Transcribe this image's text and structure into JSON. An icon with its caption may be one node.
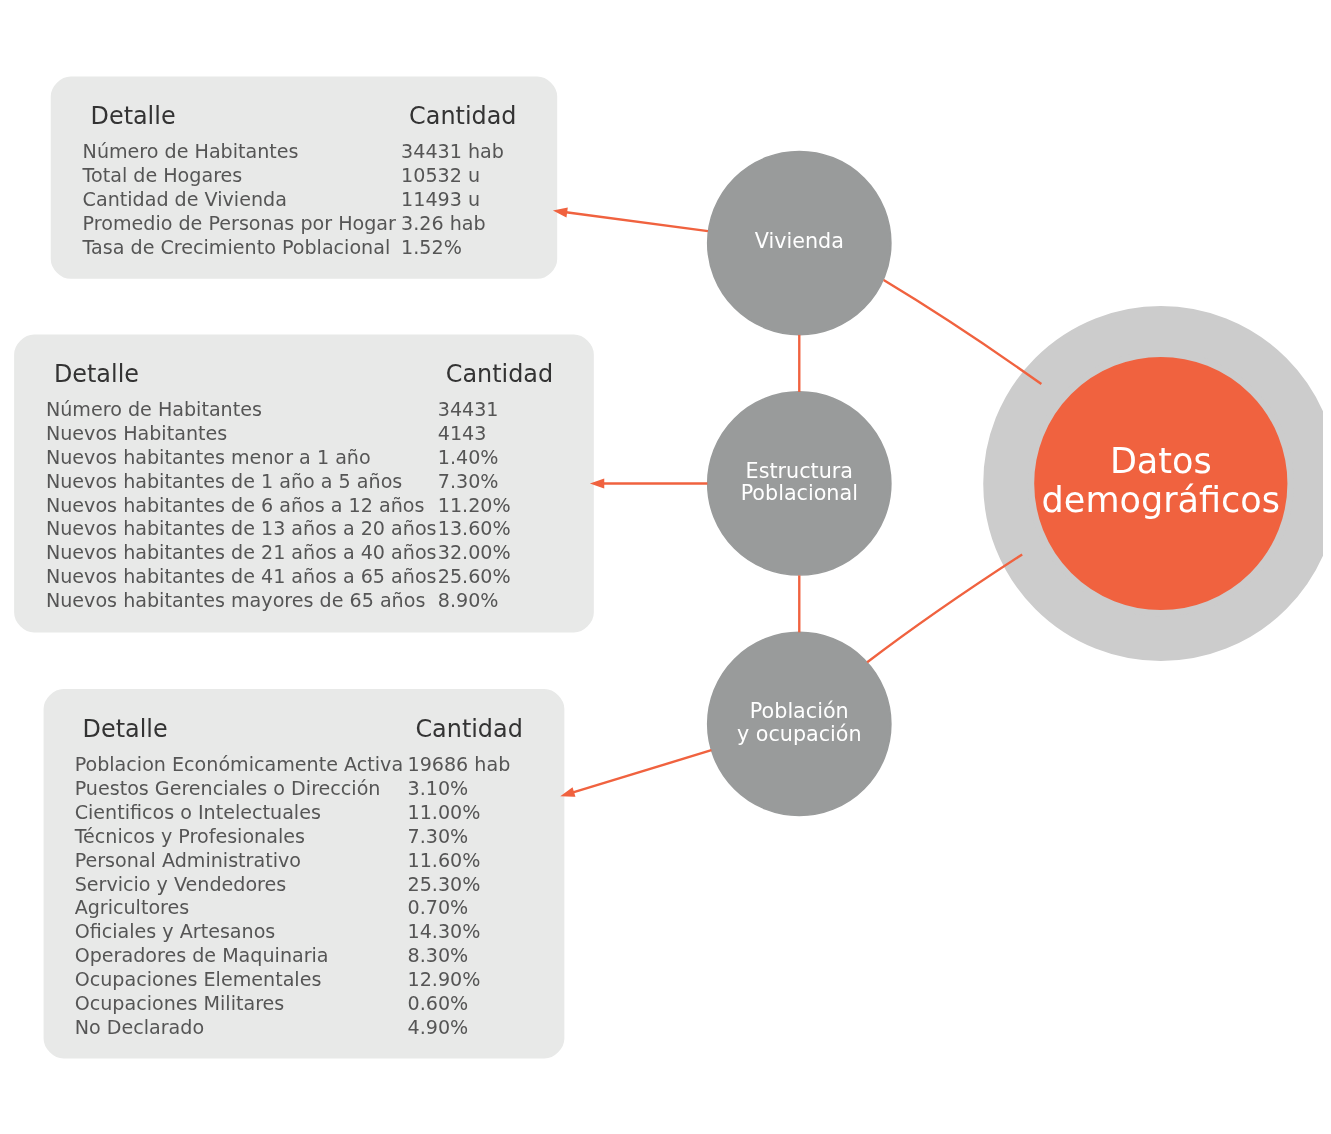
{
  "diagram": {
    "nodes": [
      {
        "text": [
          "Detalle",
          "Cantidad",
          "Número de Habitantes",
          "34431 hab",
          "Total de Hogares",
          "10532 u",
          "Cantidad de Vivienda",
          "11493 u",
          "Promedio de Personas por Hogar",
          "3.26 hab",
          "Tasa de Crecimiento Poblacional",
          "1.52%"
        ]
      },
      {
        "text": [
          "Vivienda"
        ]
      },
      {
        "text": [
          "Detalle",
          "Cantidad",
          "Número de Habitantes",
          "34431",
          "Nuevos Habitantes",
          "4143",
          "Nuevos habitantes menor a 1 año",
          "1.40%",
          "Nuevos habitantes de 1 año a 5 años",
          "7.30%",
          "Nuevos habitantes de 6 años a 12 años",
          "11.20%",
          "Nuevos habitantes de 13 años a 20 años",
          "13.60%",
          "Nuevos habitantes de 21 años a 40 años",
          "32.00%",
          "Nuevos habitantes de 41 años a 65 años",
          "25.60%",
          "Nuevos habitantes mayores de 65 años",
          "8.90%"
        ]
      },
      {
        "text": [
          "Estructura Poblacional"
        ]
      },
      {
        "text": [
          "Detalle",
          "Cantidad",
          "Poblacion Económicamente Activa",
          "19686 hab",
          "Puestos Gerenciales o Dirección",
          "3.10%",
          "Cientificos o Intelectuales",
          "11.00%",
          "Técnicos y Profesionales",
          "7.30%",
          "Personal Administrativo",
          "11.60%",
          "Servicio y Vendedores",
          "25.30%",
          "Agricultores",
          "0.70%",
          "Oficiales y Artesanos",
          "14.30%",
          "Operadores de Maquinaria",
          "8.30%",
          "Ocupaciones Elementales",
          "12.90%",
          "Ocupaciones Militares",
          "0.60%",
          "No Declarado",
          "4.90%"
        ]
      },
      {
        "text": [
          "Población y ocupación"
        ]
      },
      {
        "text": [
          "Datos demográficos"
        ]
      }
    ],
    "edges": [
      {
        "from": 1,
        "to": 0,
        "arrow": "to"
      },
      {
        "from": 1,
        "to": 6,
        "arrow": "none"
      },
      {
        "from": 1,
        "to": 3,
        "arrow": "none"
      },
      {
        "from": 3,
        "to": 2,
        "arrow": "to"
      },
      {
        "from": 3,
        "to": 5,
        "arrow": "none"
      },
      {
        "from": 5,
        "to": 4,
        "arrow": "to"
      },
      {
        "from": 5,
        "to": 6,
        "arrow": "none"
      }
    ]
  }
}
